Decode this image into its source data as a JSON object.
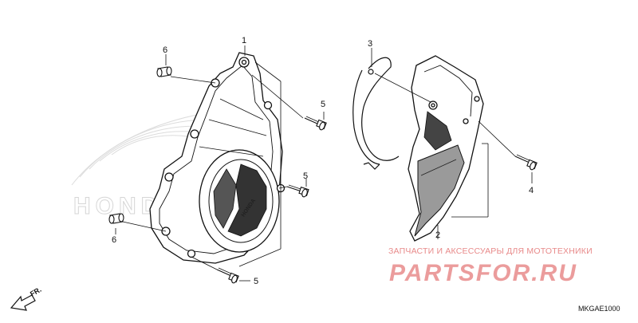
{
  "diagram": {
    "callouts": [
      {
        "id": "1",
        "label": "1"
      },
      {
        "id": "2",
        "label": "2"
      },
      {
        "id": "3",
        "label": "3"
      },
      {
        "id": "4",
        "label": "4"
      },
      {
        "id": "5a",
        "label": "5"
      },
      {
        "id": "5b",
        "label": "5"
      },
      {
        "id": "5c",
        "label": "5"
      },
      {
        "id": "6a",
        "label": "6"
      },
      {
        "id": "6b",
        "label": "6"
      }
    ],
    "diagram_code": "MKGAE1000",
    "front_arrow_label": "FR.",
    "cover_emblem": "HONDA",
    "background_brand": "HONDA"
  },
  "watermark": {
    "tagline": "ЗАПЧАСТИ И АКСЕССУАРЫ ДЛЯ МОТОТЕХНИКИ",
    "logo": "PARTSFOR.RU",
    "color": "#e88a8a"
  }
}
